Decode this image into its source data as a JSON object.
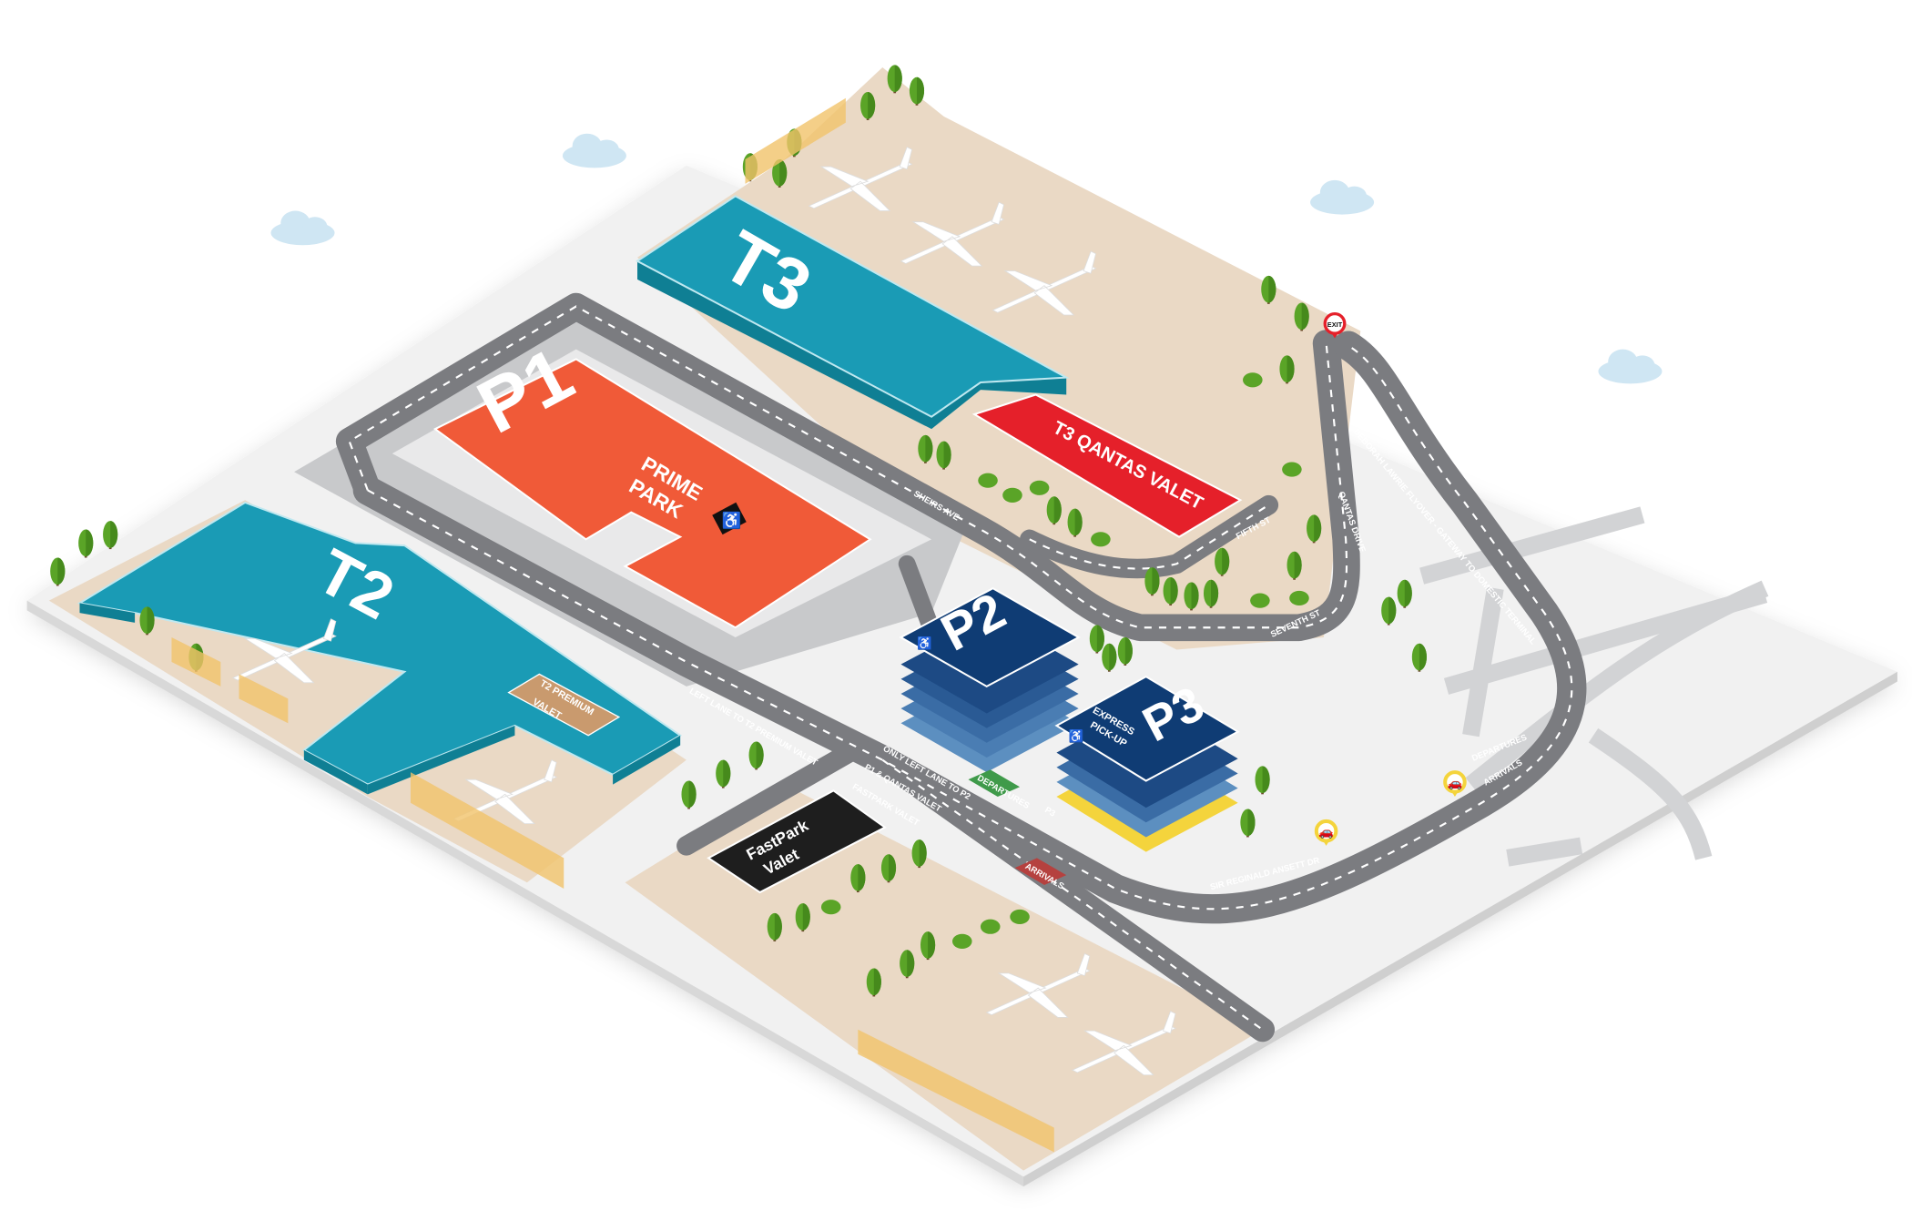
{
  "map": {
    "buildings": {
      "t3": {
        "label": "T3"
      },
      "t2": {
        "label": "T2"
      },
      "p1": {
        "label": "P1",
        "sub": "PRIME PARK",
        "sub1": "PRIME",
        "sub2": "PARK"
      },
      "p2": {
        "label": "P2"
      },
      "p3": {
        "label": "P3",
        "sub1": "EXPRESS",
        "sub2": "PICK-UP"
      },
      "t3_qantas_valet": {
        "label": "T3 QANTAS VALET"
      },
      "t2_premium_valet": {
        "line1": "T2 PREMIUM",
        "line2": "VALET"
      },
      "fastpark_valet": {
        "line1": "FastPark",
        "line2": "Valet"
      }
    },
    "roads": {
      "sheirs_ave": "SHEIRS AVE",
      "fifth_st": "FIFTH ST",
      "seventh_st": "SEVENTH ST",
      "qantas_drive": "QANTAS DRIVE",
      "flyover": "DEBORAH LAWRIE FLYOVER - GATEWAY TO DOMESTIC TERMINAL",
      "sir_reginald": "SIR REGINALD ANSETT DR",
      "departures": "DEPARTURES",
      "arrivals": "ARRIVALS",
      "lane_t2": "LEFT LANE TO T2 PREMIUM VALET",
      "lane_p2": "ONLY LEFT LANE TO P2",
      "lane_p1": "P1 & QANTAS VALET",
      "lane_fastpark": "FASTPARK VALET",
      "lane_p3": "P3",
      "departures_marking": "DEPARTURES",
      "arrivals_marking": "ARRIVALS"
    },
    "markers": {
      "exit": "EXIT",
      "taxi_icon": "car-icon",
      "accessible_icon": "wheelchair-icon"
    },
    "colors": {
      "terminal": "#1a9bb5",
      "p1": "#f05a38",
      "qantas_valet": "#e5202a",
      "parking_navy": "#0f3c74",
      "fastpark": "#1e1e1e",
      "premium_valet": "#c99a6e",
      "apron": "#ead9c5",
      "road": "#7b7c80",
      "tree": "#5aa427",
      "yellow": "#f4d43c"
    }
  }
}
